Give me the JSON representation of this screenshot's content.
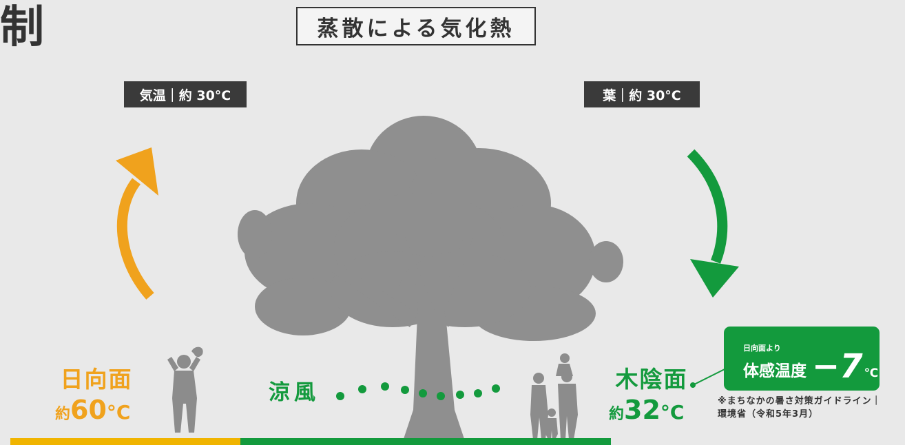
{
  "heading": "制",
  "title": "蒸散による気化熱",
  "labels": {
    "air_temp": "気温｜約 30°C",
    "leaf_temp": "葉｜約 30°C"
  },
  "sunny": {
    "title": "日向面",
    "prefix": "約",
    "value": "60",
    "unit": "°C"
  },
  "shade": {
    "title": "木陰面",
    "prefix": "約",
    "value": "32",
    "unit": "°C"
  },
  "breeze": "涼風",
  "badge": {
    "small": "日向面より",
    "main": "体感温度",
    "value": "−7",
    "unit": "℃"
  },
  "note": "※まちなかの暑さ対策ガイドライン｜環境省（令和5年3月）",
  "colors": {
    "orange": "#f0a21d",
    "green": "#139a3d",
    "dark_gray": "#3a3a3a",
    "tree_gray": "#8c8c8c"
  },
  "icons": [
    "rising-warm-air-arrow",
    "falling-cool-air-arrow",
    "tree-silhouette",
    "hot-person-silhouette",
    "family-silhouette",
    "breeze-dots"
  ]
}
